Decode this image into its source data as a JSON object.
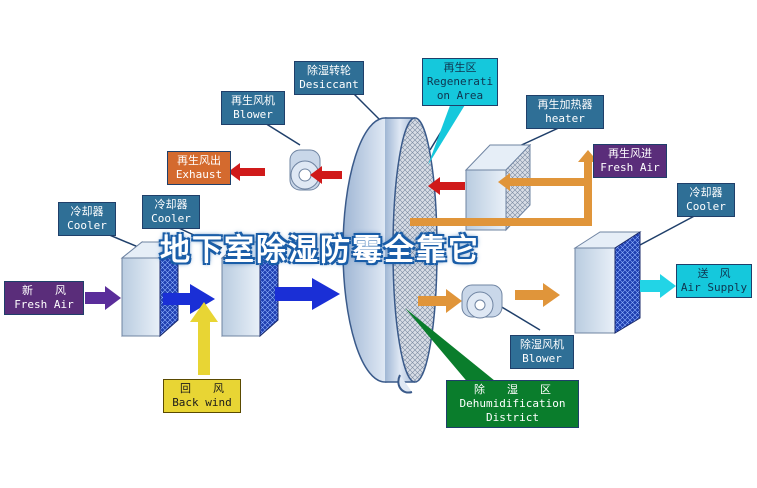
{
  "title": "地下室除湿防霉全靠它",
  "labels": {
    "desiccant": {
      "cn": "除湿转轮",
      "en": "Desiccant"
    },
    "regeneration_area": {
      "cn": "再生区",
      "en1": "Regenerati",
      "en2": "on Area"
    },
    "regen_blower": {
      "cn": "再生风机",
      "en": "Blower"
    },
    "regen_heater": {
      "cn": "再生加热器",
      "en": "heater"
    },
    "regen_exhaust": {
      "cn": "再生风出",
      "en": "Exhaust"
    },
    "regen_fresh_air": {
      "cn": "再生风进",
      "en": "Fresh Air"
    },
    "cooler_left": {
      "cn": "冷却器",
      "en": "Cooler"
    },
    "cooler_mid": {
      "cn": "冷却器",
      "en": "Cooler"
    },
    "cooler_right": {
      "cn": "冷却器",
      "en": "Cooler"
    },
    "fresh_air": {
      "cn": "新　　风",
      "en": "Fresh Air"
    },
    "air_supply": {
      "cn": "送　风",
      "en": "Air Supply"
    },
    "back_wind": {
      "cn": "回　　风",
      "en": "Back wind"
    },
    "dehum_blower": {
      "cn": "除湿风机",
      "en": "Blower"
    },
    "dehum_district": {
      "cn": "除　　湿　　区",
      "en1": "Dehumidification",
      "en2": "District"
    }
  },
  "colors": {
    "label_blue": "#2f6f96",
    "label_purple": "#5a2d7a",
    "label_orange": "#d46a2e",
    "label_cyan": "#15c8dc",
    "label_yellow": "#e8d534",
    "label_green": "#0a7d2c",
    "arrow_blue": "#1a2fd6",
    "arrow_purple": "#5a2d9a",
    "arrow_orange": "#e0953a",
    "arrow_red": "#d01a1a",
    "arrow_yellow": "#e8d534",
    "arrow_cyan": "#22d4e6"
  }
}
